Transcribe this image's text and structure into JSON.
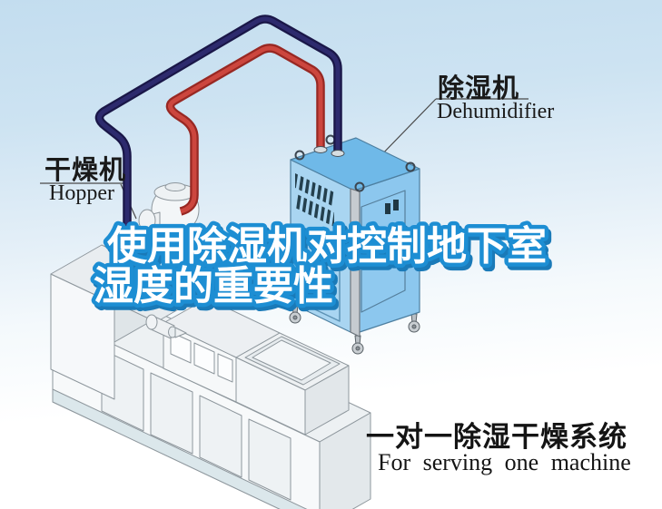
{
  "headline": {
    "line1": "使用除湿机对控制地下室",
    "line2": "湿度的重要性"
  },
  "labels": {
    "dehumidifier": {
      "zh": "除湿机",
      "en": "Dehumidifier"
    },
    "hopper": {
      "zh": "干燥机",
      "en": "Hopper"
    }
  },
  "caption": {
    "zh": "一对一除湿干燥系统",
    "en": "For serving one machine"
  },
  "colors": {
    "sky_top": "#c3ddef",
    "sky_bottom": "#ffffff",
    "headline_fill": "#ffffff",
    "headline_outline": "#1d8ed3",
    "headline_shadow": "#1a7ab8",
    "pipe_red": "#cc463e",
    "pipe_navy": "#2d2a6d",
    "dehumidifier_front": "#a9d5f1",
    "dehumidifier_side": "#8cc7ee",
    "dehumidifier_top": "#6fb9e8",
    "label_text": "#1a1a1a"
  }
}
